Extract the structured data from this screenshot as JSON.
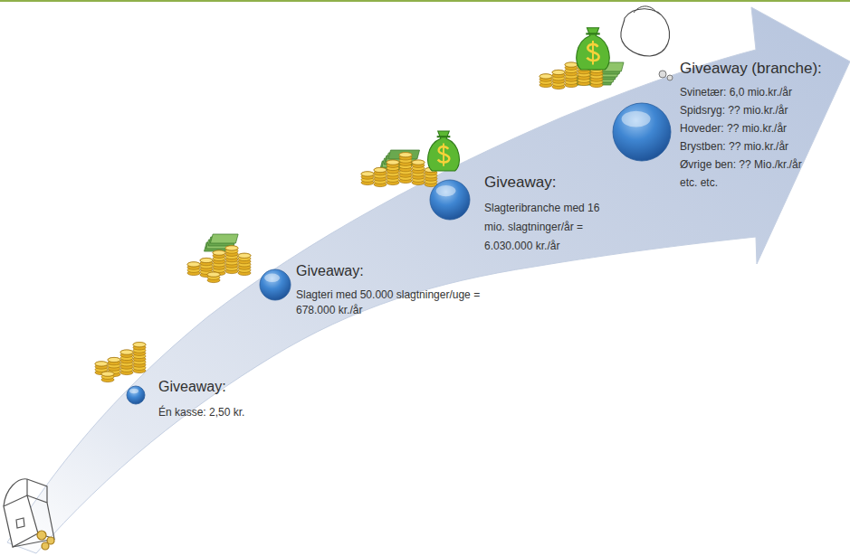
{
  "diagram": {
    "nodes": [
      {
        "text": [
          "Giveaway:",
          "Én kasse: 2,50 kr."
        ]
      },
      {
        "text": [
          "Giveaway:",
          "Slagteri med 50.000 slagtninger/uge = 678.000 kr./år"
        ]
      },
      {
        "text": [
          "Giveaway:",
          "Slagteribranche med 16 mio. slagtninger/år = 6.030.000 kr./år"
        ]
      },
      {
        "text": [
          "Giveaway (branche):",
          "Svinetær: 6,0 mio.kr./år",
          "Spidsryg: ?? mio.kr./år",
          "Hoveder: ?? mio.kr./år",
          "Brystben: ?? mio.kr./år",
          "Øvrige ben: ?? Mio./kr./år",
          "etc. etc."
        ]
      }
    ]
  }
}
